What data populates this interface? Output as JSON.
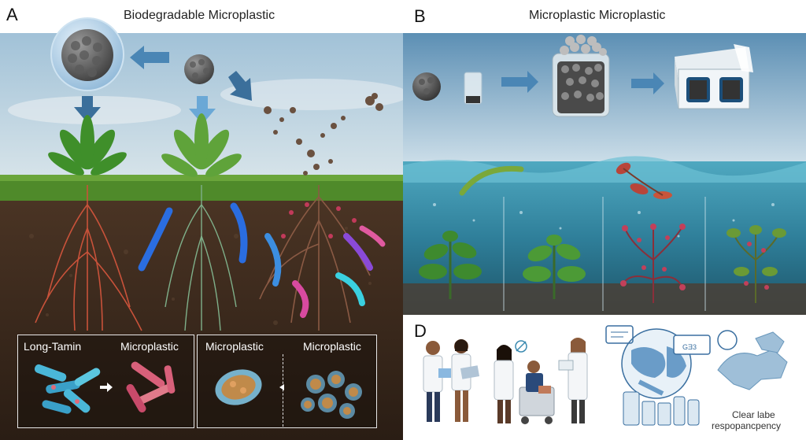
{
  "panel_a": {
    "letter": "A",
    "title": "Biodegradable Microplastic",
    "insets": {
      "left": {
        "label_1": "Long-Tamin",
        "label_2": "Microplastic"
      },
      "right": {
        "label_1": "Microplastic",
        "label_2": "Microplastic"
      }
    }
  },
  "panel_b": {
    "letter": "B",
    "title": "Microplastic Microplastic"
  },
  "panel_d": {
    "letter": "D",
    "icon_text_1": "GƎ3",
    "caption_line_1": "Clear labe",
    "caption_line_2": "respopancpency"
  },
  "colors": {
    "sky_top": "#8fb4cf",
    "grass": "#4f8a2a",
    "soil": "#3b2a1e",
    "water": "#2f7f9a",
    "icon_blue": "#3a6fa0",
    "arrow_blue": "#4a86b5"
  }
}
